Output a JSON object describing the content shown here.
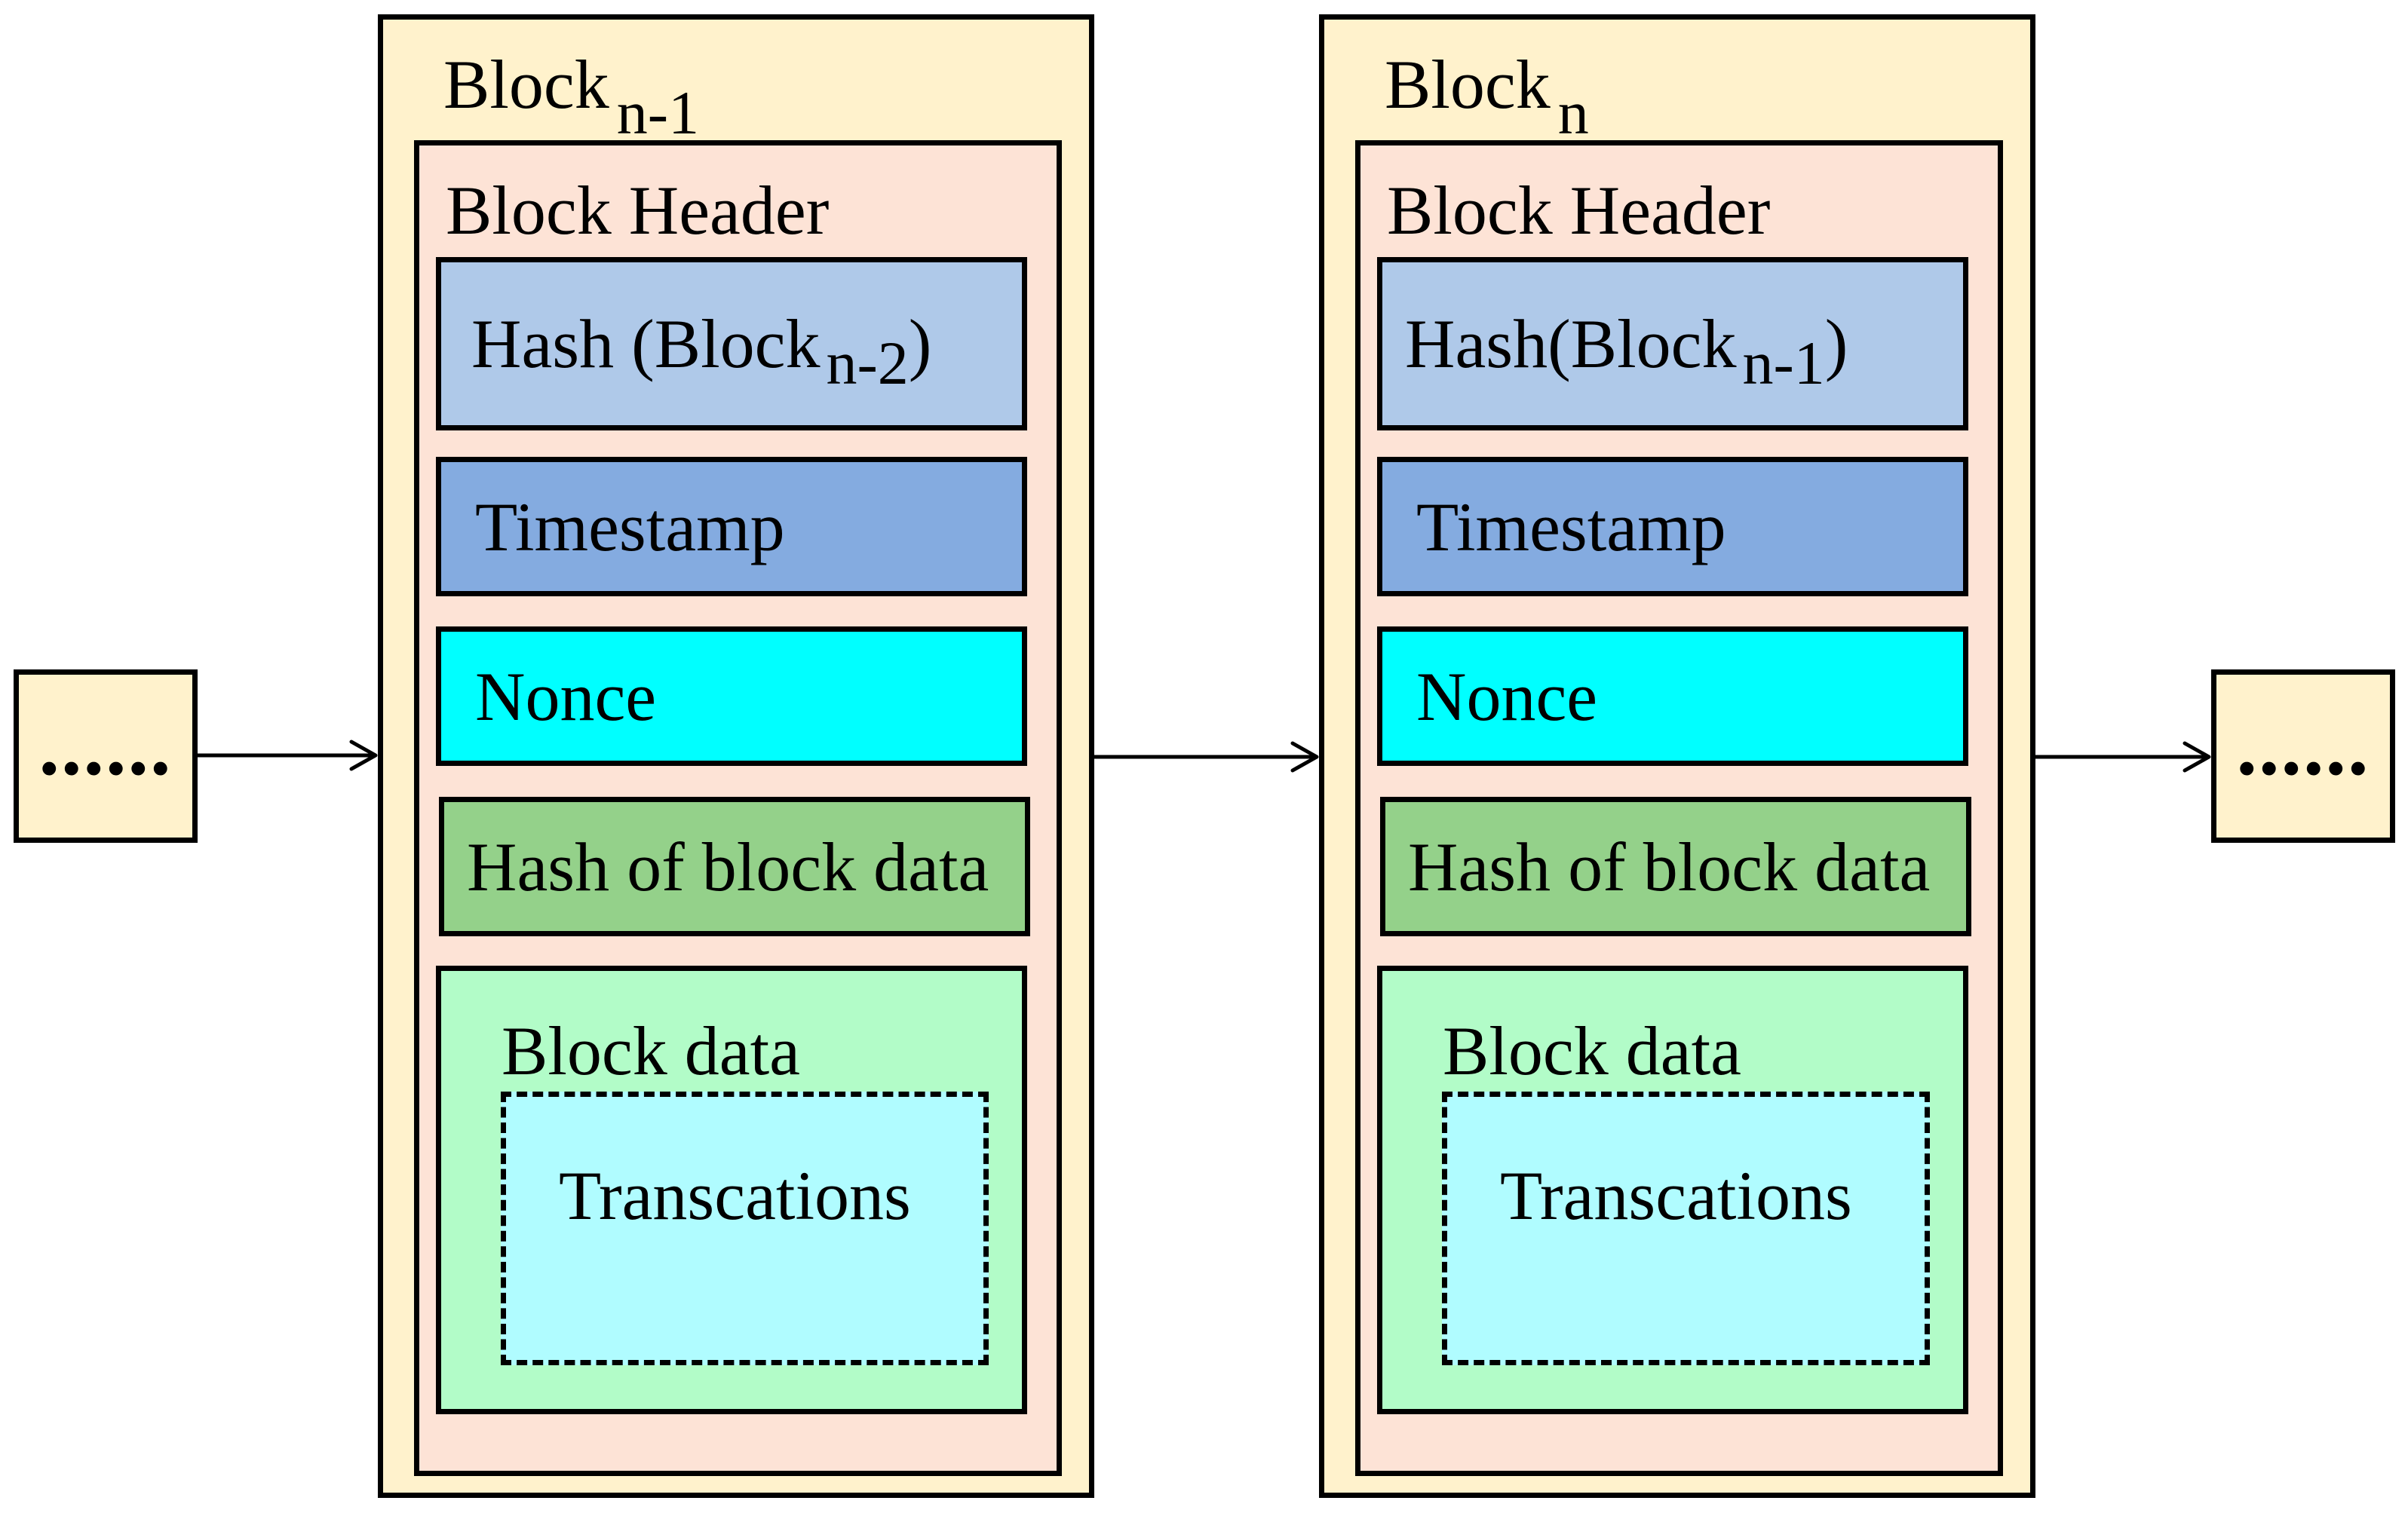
{
  "ellipsis": {
    "left": "......",
    "right": "......"
  },
  "blocks": [
    {
      "title_main": "Block",
      "title_sub": "n-1",
      "header_label": "Block Header",
      "hash_prev_main": "Hash (Block",
      "hash_prev_sub": "n-2",
      "hash_prev_close": ")",
      "timestamp": "Timestamp",
      "nonce": "Nonce",
      "hash_data": "Hash of block data",
      "block_data": "Block data",
      "transactions": "Transcations"
    },
    {
      "title_main": "Block",
      "title_sub": "n",
      "header_label": "Block Header",
      "hash_prev_main": "Hash(Block",
      "hash_prev_sub": "n-1",
      "hash_prev_close": ")",
      "timestamp": "Timestamp",
      "nonce": "Nonce",
      "hash_data": "Hash of block data",
      "block_data": "Block data",
      "transactions": "Transcations"
    }
  ],
  "colors": {
    "outer": "#fff2cc",
    "header": "#fde3d6",
    "hash_prev": "#afc9e9",
    "timestamp": "#84abe0",
    "nonce": "#00ffff",
    "hash_data": "#94d18a",
    "block_data": "#b2fcc8",
    "transactions": "#b0fcff"
  }
}
